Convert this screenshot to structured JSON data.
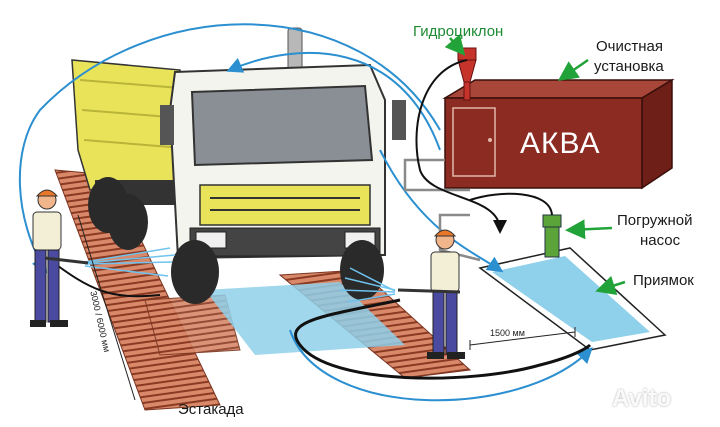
{
  "labels": {
    "hydrocyclone": "Гидроциклон",
    "treatment_line1": "Очистная",
    "treatment_line2": "установка",
    "unit_name": "АКВА",
    "pump_line1": "Погружной",
    "pump_line2": "насос",
    "pit": "Приямок",
    "overpass": "Эстакада",
    "width_dim": "1500 мм",
    "length_dim": "3000 / 6000 мм",
    "watermark": "Avito"
  },
  "colors": {
    "unit_body": "#8b2b22",
    "truck_yellow": "#e9e35a",
    "water": "#8fd0ea",
    "pipe_blue": "#2b8fd0",
    "arrow_green": "#22a33a",
    "ramp": "#c25a3a",
    "hydrocyclone": "#c6332b",
    "pump": "#5aa43a"
  }
}
